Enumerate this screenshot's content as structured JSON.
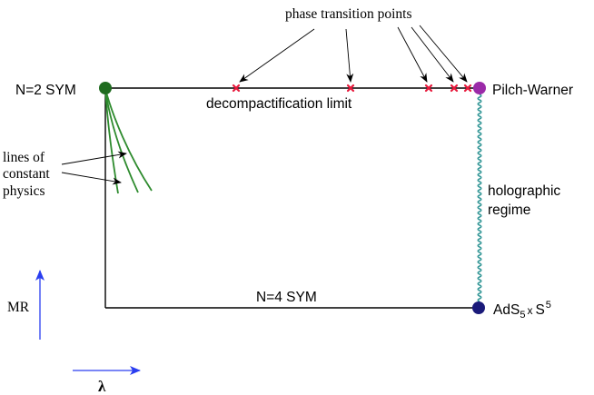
{
  "labels": {
    "top_left_node": "N=2 SYM",
    "top_right_node": "Pilch-Warner",
    "top_edge": "decompactification limit",
    "right_edge_line1": "holographic",
    "right_edge_line2": "regime",
    "bottom_edge": "N=4 SYM",
    "bottom_right_base": "AdS",
    "bottom_right_sub": "5",
    "bottom_right_x": "x",
    "bottom_right_s": "S",
    "bottom_right_sup": "5",
    "phase_points": "phase transition points",
    "lines_line1": "lines of",
    "lines_line2": "constant",
    "lines_line3": "physics",
    "axis_vertical": "MR",
    "axis_horizontal": "λ"
  },
  "colors": {
    "green_node": "#1f6b1f",
    "green_lines": "#2e8b2e",
    "purple_node": "#9b2aa8",
    "navy_node": "#1a1a7a",
    "crosses": "#e8193c",
    "wavy": "#3a9a9a",
    "axis_arrows": "#2a3ef0"
  }
}
